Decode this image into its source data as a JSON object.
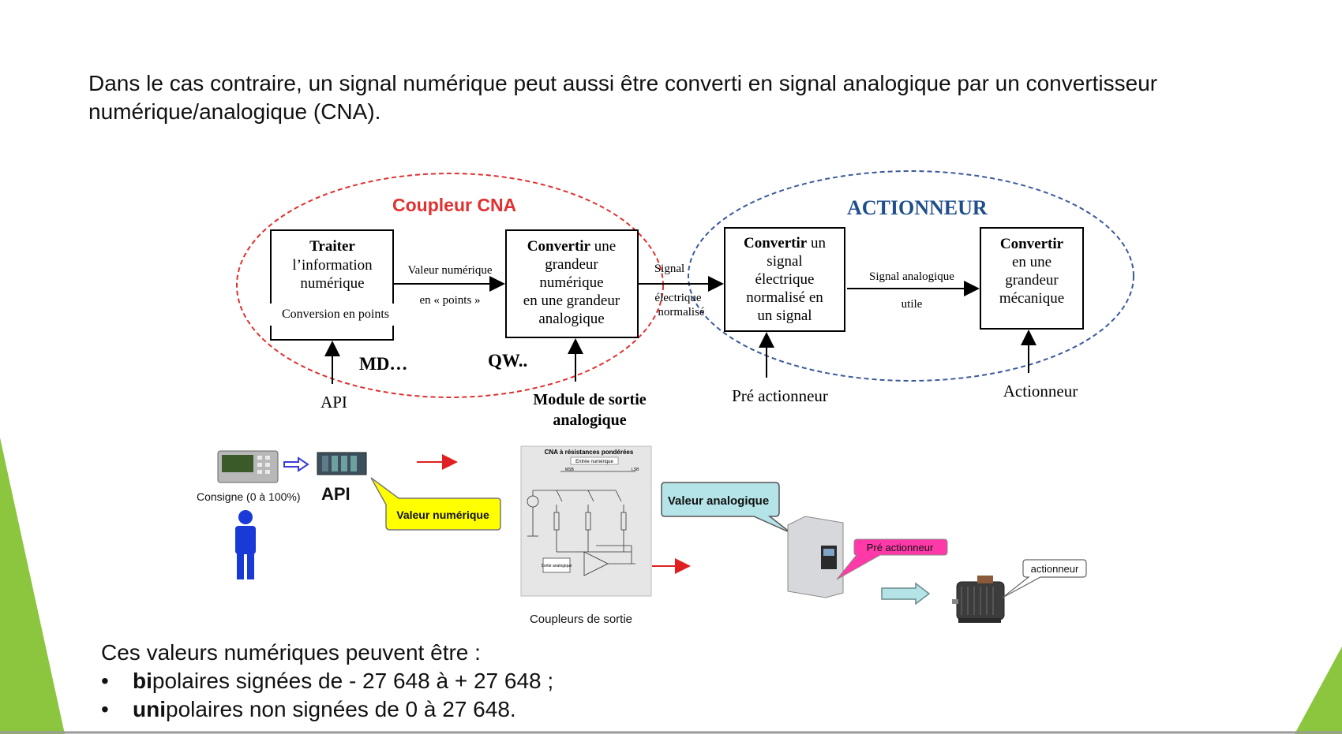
{
  "intro": {
    "text": "Dans le cas contraire, un signal numérique peut aussi être converti en signal analogique par un convertisseur numérique/analogique (CNA)."
  },
  "diagram": {
    "coupleur_title": "Coupleur CNA",
    "actionneur_title": "ACTIONNEUR",
    "box1": {
      "title": "Traiter",
      "line2": "l’information",
      "line3": "numérique",
      "line4": "Conversion en points"
    },
    "box2": {
      "title": "Convertir",
      "title_rest": " une",
      "line2": "grandeur",
      "line3": "numérique",
      "line4": "en une grandeur",
      "line5": "analogique"
    },
    "box3": {
      "title": "Convertir",
      "title_rest": " un",
      "line2": "signal",
      "line3": "électrique",
      "line4": "normalisé en",
      "line5": "un signal"
    },
    "box4": {
      "title": "Convertir",
      "line2": "en une",
      "line3": "grandeur",
      "line4": "mécanique"
    },
    "arrow1": {
      "top": "Valeur numérique",
      "bottom": "en « points »"
    },
    "arrow2": {
      "line1": "Signal",
      "line2": "électrique",
      "line3": "normalisé"
    },
    "arrow3": {
      "top": "Signal analogique",
      "bottom": "utile"
    },
    "md_label": "MD…",
    "qw_label": "QW..",
    "api_label": "API",
    "module_label_1": "Module de  sortie",
    "module_label_2": "analogique",
    "pre_act_label": "Pré actionneur",
    "act_label": "Actionneur"
  },
  "illustration": {
    "consigne": "Consigne (0 à 100%)",
    "api": "API",
    "valeur_numerique": "Valeur numérique",
    "cna_title": "CNA à résistances pondérées",
    "entree": "Entrée numérique",
    "msb": "MSB",
    "lsb": "LSB",
    "sortie": "Sortie analogique",
    "coupleurs": "Coupleurs de sortie",
    "valeur_analogique": "Valeur analogique",
    "pre_actionneur": "Pré actionneur",
    "actionneur": "actionneur"
  },
  "bottom": {
    "intro": "Ces valeurs numériques peuvent être :",
    "bullet": "•",
    "b1_bold": "bi",
    "b1_rest": "polaires signées de - 27 648 à + 27 648 ;",
    "b2_bold": "uni",
    "b2_rest": "polaires non signées de 0 à 27 648."
  },
  "colors": {
    "accent_green": "#8cc63f",
    "coupleur_red": "#e03030",
    "actionneur_blue": "#1f4e8c",
    "yellow_bubble": "#ffff00",
    "cyan_bubble": "#b4e4e8",
    "pink_bubble": "#ff3aa8"
  }
}
